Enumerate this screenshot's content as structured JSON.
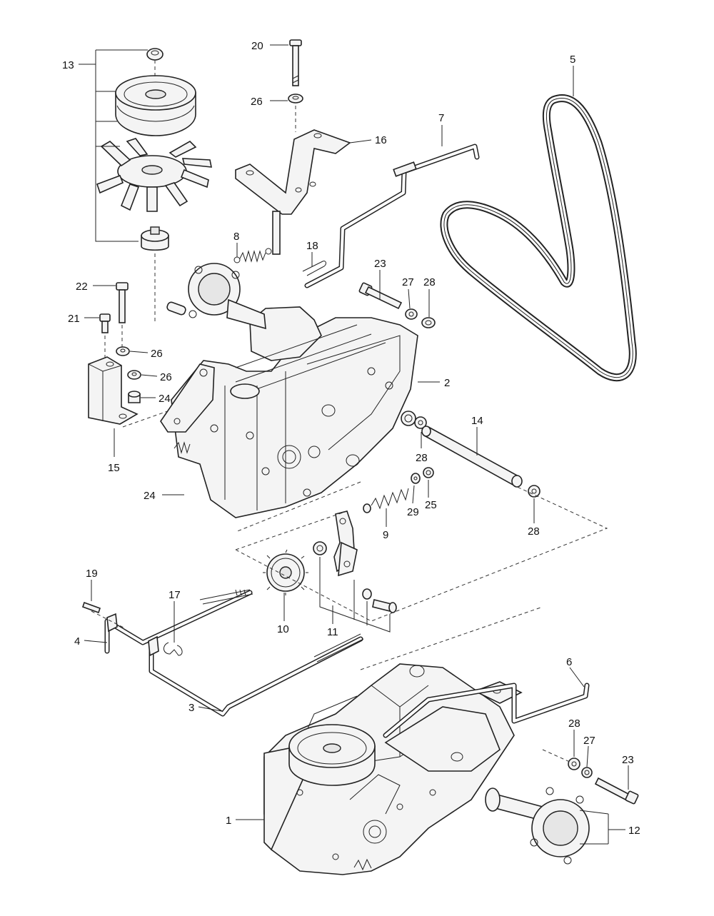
{
  "diagram": {
    "callouts": [
      {
        "id": "c13",
        "text": "13"
      },
      {
        "id": "c20",
        "text": "20"
      },
      {
        "id": "c26a",
        "text": "26"
      },
      {
        "id": "c5",
        "text": "5"
      },
      {
        "id": "c7",
        "text": "7"
      },
      {
        "id": "c16",
        "text": "16"
      },
      {
        "id": "c8",
        "text": "8"
      },
      {
        "id": "c18",
        "text": "18"
      },
      {
        "id": "c23a",
        "text": "23"
      },
      {
        "id": "c27a",
        "text": "27"
      },
      {
        "id": "c28a",
        "text": "28"
      },
      {
        "id": "c22",
        "text": "22"
      },
      {
        "id": "c21",
        "text": "21"
      },
      {
        "id": "c26b",
        "text": "26"
      },
      {
        "id": "c26c",
        "text": "26"
      },
      {
        "id": "c24a",
        "text": "24"
      },
      {
        "id": "c2",
        "text": "2"
      },
      {
        "id": "c14",
        "text": "14"
      },
      {
        "id": "c15",
        "text": "15"
      },
      {
        "id": "c28b",
        "text": "28"
      },
      {
        "id": "c24b",
        "text": "24"
      },
      {
        "id": "c29",
        "text": "29"
      },
      {
        "id": "c25",
        "text": "25"
      },
      {
        "id": "c9",
        "text": "9"
      },
      {
        "id": "c28c",
        "text": "28"
      },
      {
        "id": "c19",
        "text": "19"
      },
      {
        "id": "c17",
        "text": "17"
      },
      {
        "id": "c10",
        "text": "10"
      },
      {
        "id": "c11",
        "text": "11"
      },
      {
        "id": "c4",
        "text": "4"
      },
      {
        "id": "c6",
        "text": "6"
      },
      {
        "id": "c3",
        "text": "3"
      },
      {
        "id": "c28d",
        "text": "28"
      },
      {
        "id": "c27b",
        "text": "27"
      },
      {
        "id": "c23b",
        "text": "23"
      },
      {
        "id": "c1",
        "text": "1"
      },
      {
        "id": "c12",
        "text": "12"
      }
    ]
  }
}
